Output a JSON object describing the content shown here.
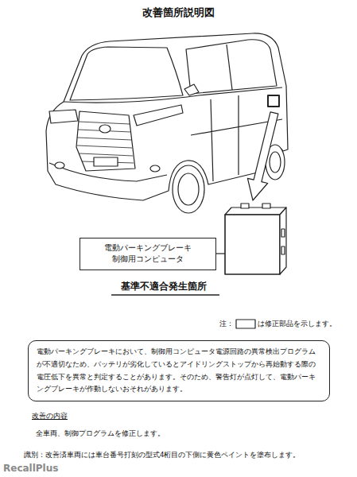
{
  "diagram": {
    "title": "改善箇所説明図",
    "nodes": [
      {
        "text": [
          "電動パーキングブレーキ 制御用コンピュータ"
        ]
      },
      {
        "text": [
          "電動パーキングブレーキにおいて、制御用コンピュータ電源回路の異常検出プログラムが不適切なため、バッテリが劣化しているとアイドリングストップから再始動する際の電圧低下を異常と判定することがあります。そのため、警告灯が点灯して、電動パーキングブレーキが作動しないおそれがあります。"
        ]
      }
    ],
    "labels": [
      "基準不適合発生箇所",
      "注：",
      "は修正部品を示します。",
      "改善の内容",
      "全車両、制御プログラムを修正します。",
      "識別：改善済車両には車台番号打刻の型式4桁目の下側に黄色ペイントを塗布します。",
      "RecallPlus"
    ]
  }
}
